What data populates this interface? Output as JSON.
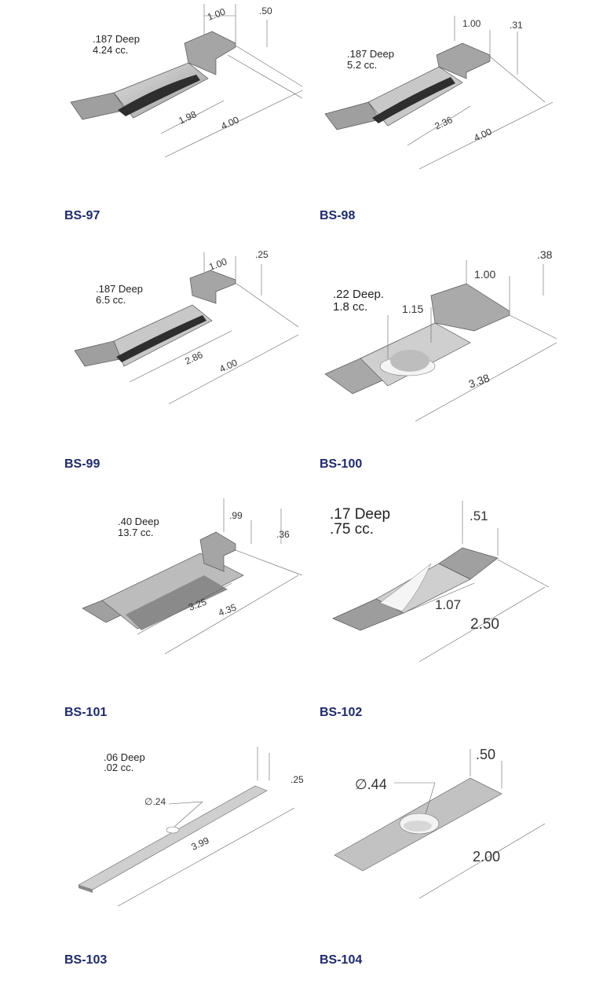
{
  "parts": [
    {
      "id": "BS-97",
      "notes": [
        ".187 Deep",
        "4.24 cc."
      ],
      "dims": {
        "top": "1.00",
        "height": ".50",
        "inner": "1.98",
        "length": "4.00"
      }
    },
    {
      "id": "BS-98",
      "notes": [
        ".187 Deep",
        "5.2 cc."
      ],
      "dims": {
        "top": "1.00",
        "height": ".31",
        "inner": "2.36",
        "length": "4.00"
      }
    },
    {
      "id": "BS-99",
      "notes": [
        ".187 Deep",
        "6.5 cc."
      ],
      "dims": {
        "top": "1.00",
        "height": ".25",
        "inner": "2.86",
        "length": "4.00"
      }
    },
    {
      "id": "BS-100",
      "notes": [
        ".22 Deep.",
        "1.8 cc."
      ],
      "dims": {
        "top": "1.00",
        "height": ".38",
        "inner": "1.15",
        "length": "3.38"
      }
    },
    {
      "id": "BS-101",
      "notes": [
        ".40 Deep",
        "13.7 cc."
      ],
      "dims": {
        "top": ".99",
        "height": ".36",
        "inner": "3.25",
        "length": "4.35"
      }
    },
    {
      "id": "BS-102",
      "notes": [
        ".17 Deep",
        ".75 cc."
      ],
      "dims": {
        "top": ".51",
        "inner": "1.07",
        "length": "2.50"
      }
    },
    {
      "id": "BS-103",
      "notes": [
        ".06 Deep",
        ".02 cc."
      ],
      "dims": {
        "top": ".25",
        "diameter": "∅.24",
        "length": "3.99"
      }
    },
    {
      "id": "BS-104",
      "notes": [],
      "dims": {
        "top": ".50",
        "diameter": "∅.44",
        "length": "2.00"
      }
    }
  ]
}
